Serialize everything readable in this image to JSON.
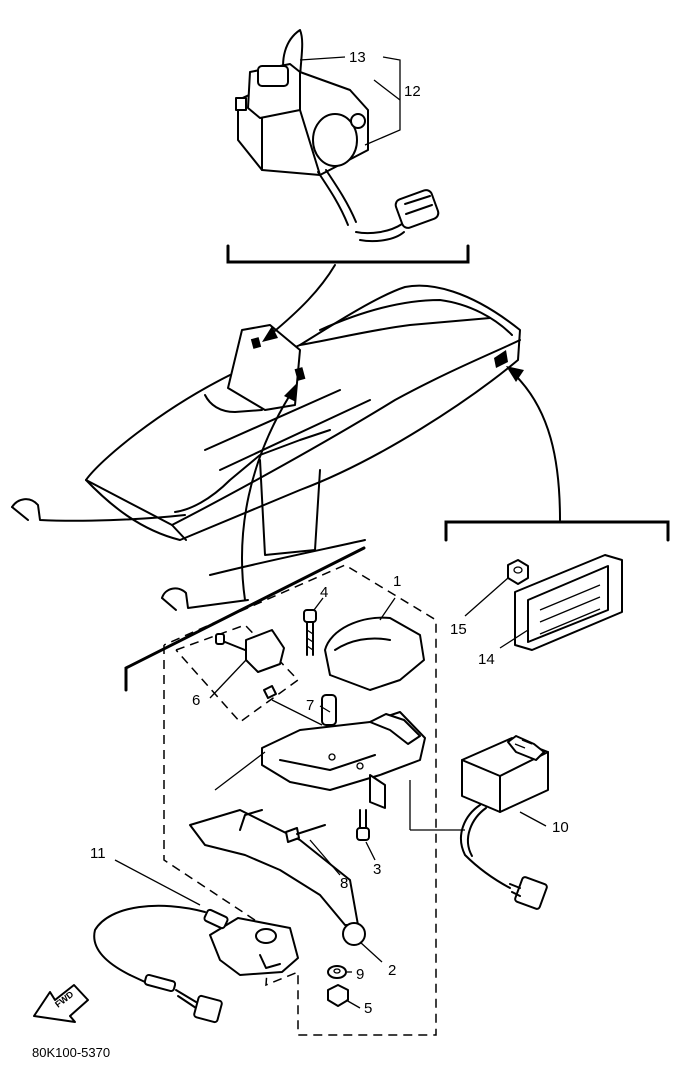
{
  "callouts": {
    "c1": "1",
    "c2": "2",
    "c3": "3",
    "c4": "4",
    "c5": "5",
    "c6": "6",
    "c7": "7",
    "c8": "8",
    "c9": "9",
    "c10": "10",
    "c11": "11",
    "c12": "12",
    "c13": "13",
    "c14": "14",
    "c15": "15"
  },
  "direction_label": "FWD",
  "figure_code": "80K100-5370",
  "icons": {
    "forward_arrow": "forward-arrow-icon"
  }
}
